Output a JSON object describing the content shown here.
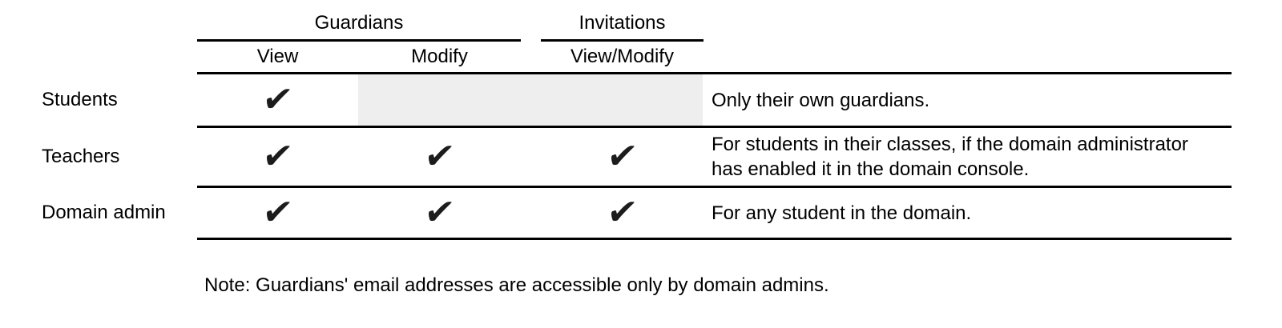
{
  "table": {
    "group_headers": {
      "guardians": "Guardians",
      "invitations": "Invitations"
    },
    "column_headers": [
      "View",
      "Modify",
      "View/Modify"
    ],
    "checkmark": "✔",
    "rows": [
      {
        "label": "Students",
        "guardians_view": true,
        "guardians_modify": false,
        "invitations_view_modify": false,
        "shaded_modify_and_invitations": true,
        "note": "Only their own guardians."
      },
      {
        "label": "Teachers",
        "guardians_view": true,
        "guardians_modify": true,
        "invitations_view_modify": true,
        "shaded_modify_and_invitations": false,
        "note": "For students in their classes, if the domain administrator has enabled it in the domain console."
      },
      {
        "label": "Domain admin",
        "guardians_view": true,
        "guardians_modify": true,
        "invitations_view_modify": true,
        "shaded_modify_and_invitations": false,
        "note": "For any student in the domain."
      }
    ]
  },
  "footnote": "Note: Guardians' email addresses are accessible only by domain admins.",
  "colors": {
    "text": "#000000",
    "rule": "#000000",
    "shaded_cell": "#eeeeee",
    "check": "#1c1c1c",
    "background": "#ffffff"
  }
}
